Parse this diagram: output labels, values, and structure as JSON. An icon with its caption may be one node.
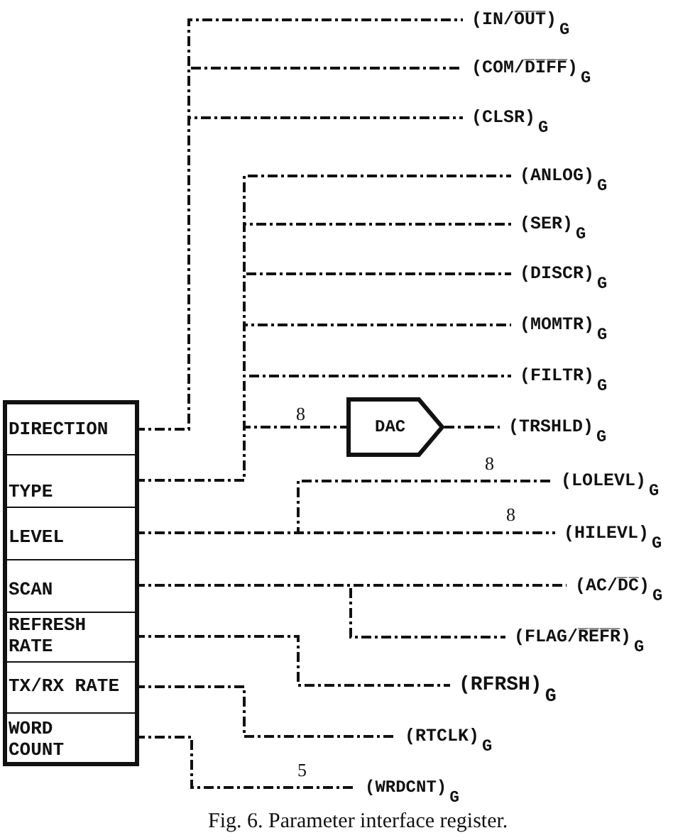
{
  "diagram": {
    "caption": "Fig. 6. Parameter interface register.",
    "nodes": [
      {
        "text": [],
        "shape": "box"
      },
      {
        "text": [
          "DIRECTION"
        ],
        "in": 0
      },
      {
        "text": [
          "TYPE"
        ],
        "in": 0
      },
      {
        "text": [
          "LEVEL"
        ],
        "in": 0
      },
      {
        "text": [
          "SCAN"
        ],
        "in": 0
      },
      {
        "text": [
          "REFRESH RATE"
        ],
        "in": 0
      },
      {
        "text": [
          "TX/RX RATE"
        ],
        "in": 0
      },
      {
        "text": [
          "WORD COUNT"
        ],
        "in": 0
      },
      {
        "text": [
          "(IN/O̅U̅T̅)$_{G}$"
        ]
      },
      {
        "text": [
          "(COM/D̅I̅F̅F̅)$_{G}$"
        ]
      },
      {
        "text": [
          "(CLSR)$_{G}$"
        ]
      },
      {
        "text": [
          "(ANLOG)$_{G}$"
        ]
      },
      {
        "text": [
          "(SER)$_{G}$"
        ]
      },
      {
        "text": [
          "(DISCR)$_{G}$"
        ]
      },
      {
        "text": [
          "(MOMTR)$_{G}$"
        ]
      },
      {
        "text": [
          "(FILTR)$_{G}$"
        ]
      },
      {
        "text": [
          "DAC"
        ]
      },
      {
        "text": [
          "(TRSHLD)$_{G}$"
        ]
      },
      {
        "text": [
          "(LOLEVL)$_{G}$"
        ]
      },
      {
        "text": [
          "(HILEVL)$_{G}$"
        ]
      },
      {
        "text": [
          "(AC/D̅C̅)$_{G}$"
        ]
      },
      {
        "text": [
          "(FLAG/R̅E̅F̅R̅)$_{G}$"
        ]
      },
      {
        "text": [
          "(RFRSH)$_{G}$"
        ]
      },
      {
        "text": [
          "(RTCLK)$_{G}$"
        ]
      },
      {
        "text": [
          "(WRDCNT)$_{G}$"
        ]
      }
    ],
    "edges": [
      {
        "from": 1,
        "to": 8,
        "arrow": "none"
      },
      {
        "from": 1,
        "to": 9,
        "arrow": "none"
      },
      {
        "from": 1,
        "to": 10,
        "arrow": "none"
      },
      {
        "from": 2,
        "to": 11,
        "arrow": "none"
      },
      {
        "from": 2,
        "to": 12,
        "arrow": "none"
      },
      {
        "from": 2,
        "to": 13,
        "arrow": "none"
      },
      {
        "from": 2,
        "to": 14,
        "arrow": "none"
      },
      {
        "from": 2,
        "to": 15,
        "arrow": "none"
      },
      {
        "from": 2,
        "to": 16,
        "arrow": "none",
        "label": "8"
      },
      {
        "from": 16,
        "to": 17,
        "arrow": "none"
      },
      {
        "from": 3,
        "to": 18,
        "arrow": "none",
        "label": "8"
      },
      {
        "from": 3,
        "to": 19,
        "arrow": "none",
        "label": "8"
      },
      {
        "from": 4,
        "to": 20,
        "arrow": "none"
      },
      {
        "from": 4,
        "to": 21,
        "arrow": "none"
      },
      {
        "from": 5,
        "to": 22,
        "arrow": "none"
      },
      {
        "from": 6,
        "to": 23,
        "arrow": "none"
      },
      {
        "from": 7,
        "to": 24,
        "arrow": "none",
        "label": "5"
      }
    ]
  }
}
